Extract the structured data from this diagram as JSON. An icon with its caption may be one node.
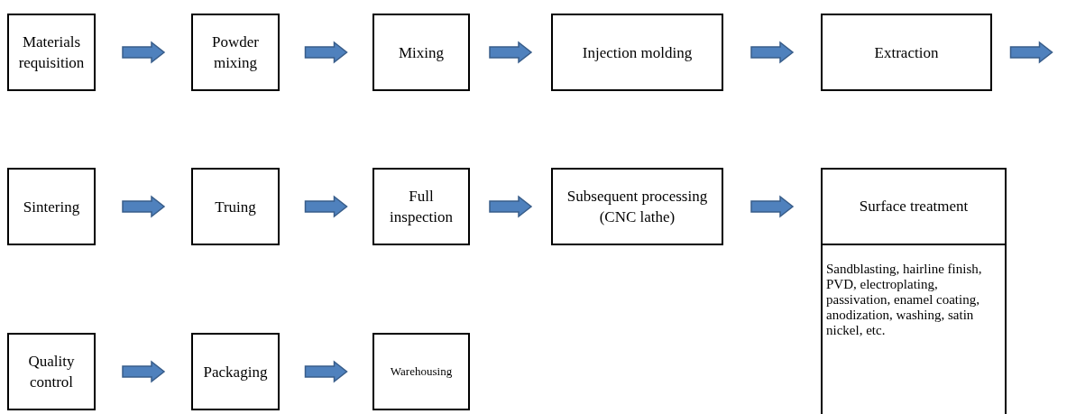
{
  "diagram": {
    "nodes": [
      {
        "text": [
          "Materials requisition"
        ]
      },
      {
        "text": [
          "Powder mixing"
        ]
      },
      {
        "text": [
          "Mixing"
        ]
      },
      {
        "text": [
          "Injection molding"
        ]
      },
      {
        "text": [
          "Extraction"
        ]
      },
      {
        "text": [
          "Sintering"
        ]
      },
      {
        "text": [
          "Truing"
        ]
      },
      {
        "text": [
          "Full inspection"
        ]
      },
      {
        "text": [
          "Subsequent processing (CNC lathe)"
        ]
      },
      {
        "text": [
          "Surface treatment",
          "Sandblasting, hairline finish, PVD, electroplating, passivation, enamel coating, anodization, washing, satin nickel, etc."
        ]
      },
      {
        "text": [
          "Quality control"
        ]
      },
      {
        "text": [
          "Packaging"
        ]
      },
      {
        "text": [
          "Warehousing"
        ]
      }
    ],
    "edges": [
      {
        "from": 0,
        "to": 1,
        "arrow": "to"
      },
      {
        "from": 1,
        "to": 2,
        "arrow": "to"
      },
      {
        "from": 2,
        "to": 3,
        "arrow": "to"
      },
      {
        "from": 3,
        "to": 4,
        "arrow": "to"
      },
      {
        "from": 4,
        "to": null,
        "arrow": "to"
      },
      {
        "from": 5,
        "to": 6,
        "arrow": "to"
      },
      {
        "from": 6,
        "to": 7,
        "arrow": "to"
      },
      {
        "from": 7,
        "to": 8,
        "arrow": "to"
      },
      {
        "from": 8,
        "to": 9,
        "arrow": "to"
      },
      {
        "from": 10,
        "to": 11,
        "arrow": "to"
      },
      {
        "from": 11,
        "to": 12,
        "arrow": "to"
      }
    ]
  }
}
